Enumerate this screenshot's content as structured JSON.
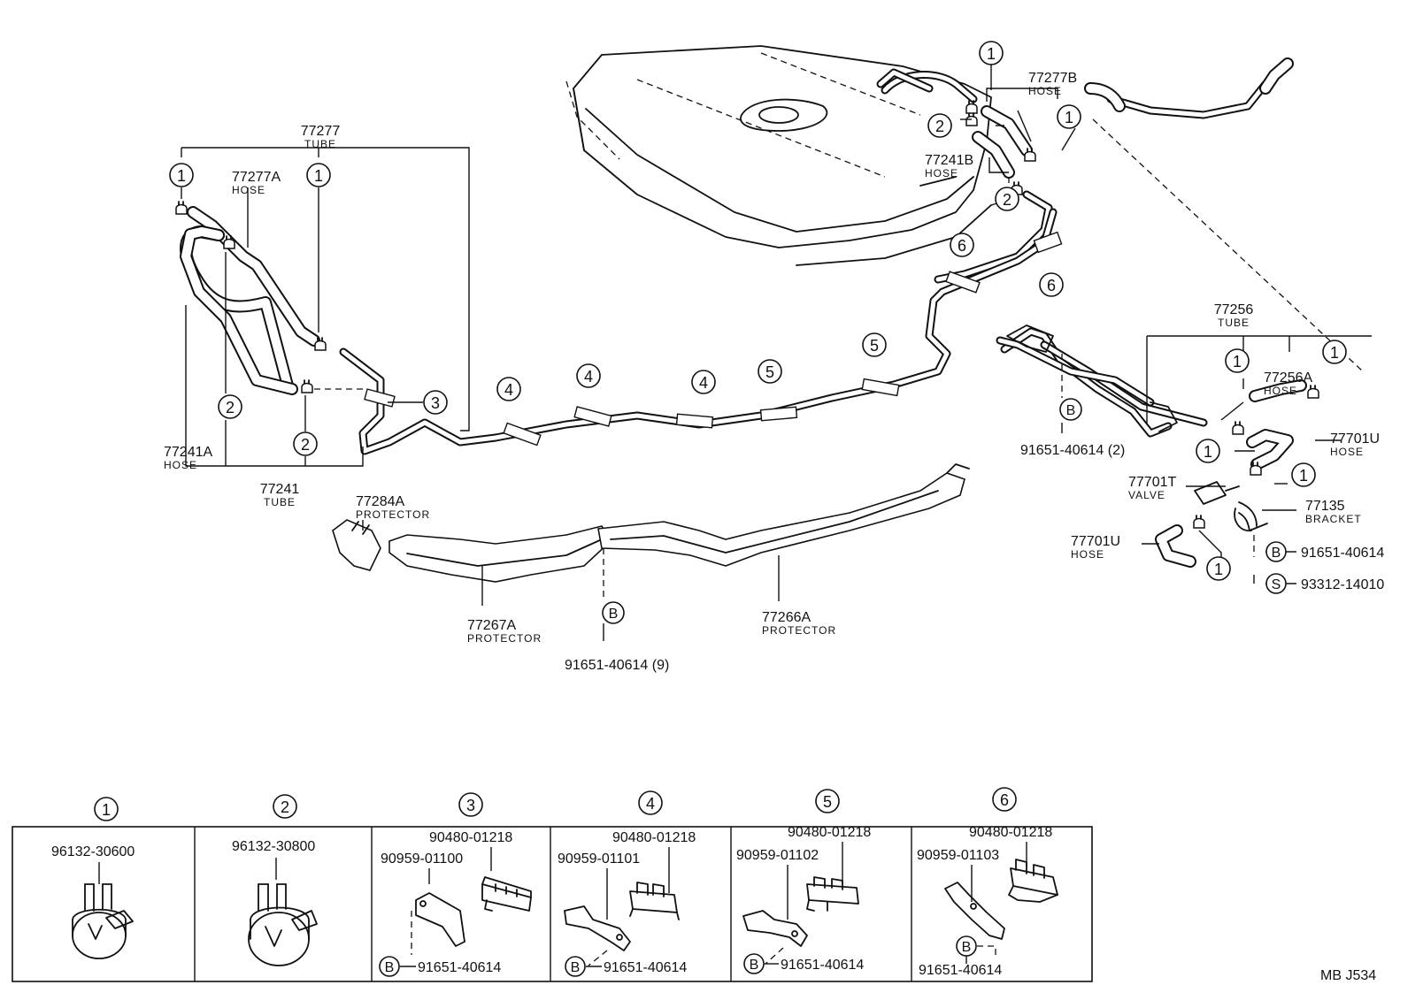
{
  "tank": {
    "tube_77277_b": "77277B",
    "tube_77277_b_type": "HOSE",
    "hose_77241b": "77241B",
    "hose_77241b_type": "HOSE"
  },
  "left_group": {
    "tube_77277": "77277",
    "tube_77277_type": "TUBE",
    "hose_77277a": "77277A",
    "hose_77277a_type": "HOSE",
    "hose_77241a": "77241A",
    "hose_77241a_type": "HOSE",
    "tube_77241": "77241",
    "tube_77241_type": "TUBE"
  },
  "protectors": {
    "p1": "77284A",
    "p1_type": "PROTECTOR",
    "p2": "77267A",
    "p2_type": "PROTECTOR",
    "p3": "77266A",
    "p3_type": "PROTECTOR",
    "bolt_callout": "91651-40614 (9)"
  },
  "right_group": {
    "bolt_callout_2": "91651-40614 (2)",
    "tube_77256": "77256",
    "tube_77256_type": "TUBE",
    "hose_77256a": "77256A",
    "hose_77256a_type": "HOSE",
    "hose_77701u_top": "77701U",
    "hose_77701u_top_type": "HOSE",
    "valve_77701t": "77701T",
    "valve_77701t_type": "VALVE",
    "bracket_77135": "77135",
    "bracket_77135_type": "BRACKET",
    "hose_77701u_low": "77701U",
    "hose_77701u_low_type": "HOSE",
    "bolt": "91651-40614",
    "screw": "93312-14010"
  },
  "markers": {
    "m1": "1",
    "m2": "2",
    "m3": "3",
    "m4": "4",
    "m5": "5",
    "m6": "6",
    "bolt_letter": "B",
    "screw_letter": "S"
  },
  "legend": {
    "c1_part": "96132-30600",
    "c2_part": "96132-30800",
    "c3_clamp": "90480-01218",
    "c3_bracket": "90959-01100",
    "c3_bolt": "91651-40614",
    "c4_clamp": "90480-01218",
    "c4_bracket": "90959-01101",
    "c4_bolt": "91651-40614",
    "c5_clamp": "90480-01218",
    "c5_bracket": "90959-01102",
    "c5_bolt": "91651-40614",
    "c6_clamp": "90480-01218",
    "c6_bracket": "90959-01103",
    "c6_bolt": "91651-40614"
  },
  "footer": {
    "ref": "MB  J534"
  }
}
